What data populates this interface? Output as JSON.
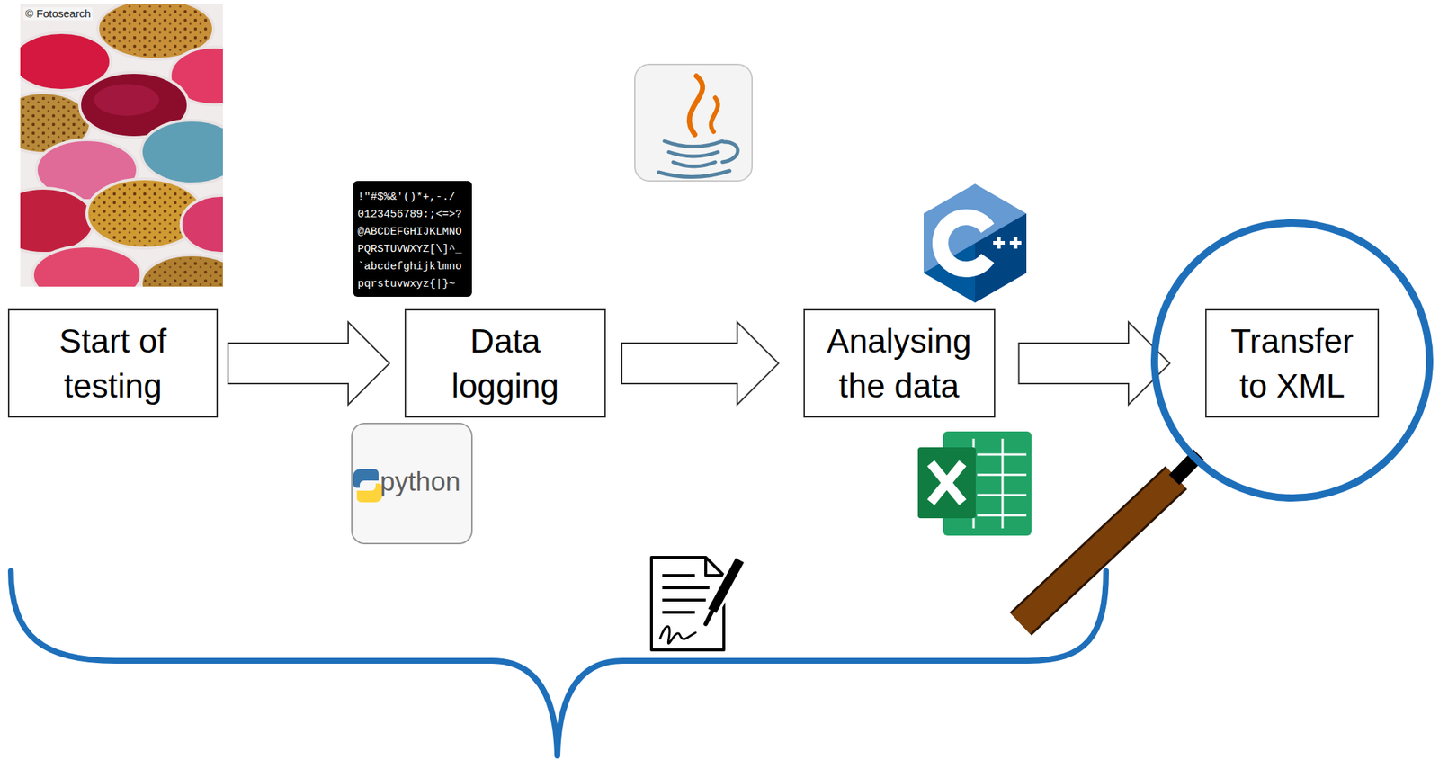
{
  "diagram": {
    "nodes": [
      {
        "text": [
          "Start of testing"
        ]
      },
      {
        "text": [
          "Data logging"
        ]
      },
      {
        "text": [
          "Analysing the data"
        ]
      },
      {
        "text": [
          "Transfer to XML"
        ]
      }
    ],
    "edges": [
      {
        "from": 0,
        "to": 1,
        "arrow": "to"
      },
      {
        "from": 1,
        "to": 2,
        "arrow": "to"
      },
      {
        "from": 2,
        "to": 3,
        "arrow": "to"
      }
    ],
    "labels": [
      "© Fotosearch",
      "!\"#$%&'()*+,-./",
      "0123456789:;<=>?",
      "@ABCDEFGHIJKLMNO",
      "PQRSTUVWXYZ[\\]^_",
      "`abcdefghijklmno",
      "pqrstuvwxyz{|}~",
      "python"
    ]
  }
}
